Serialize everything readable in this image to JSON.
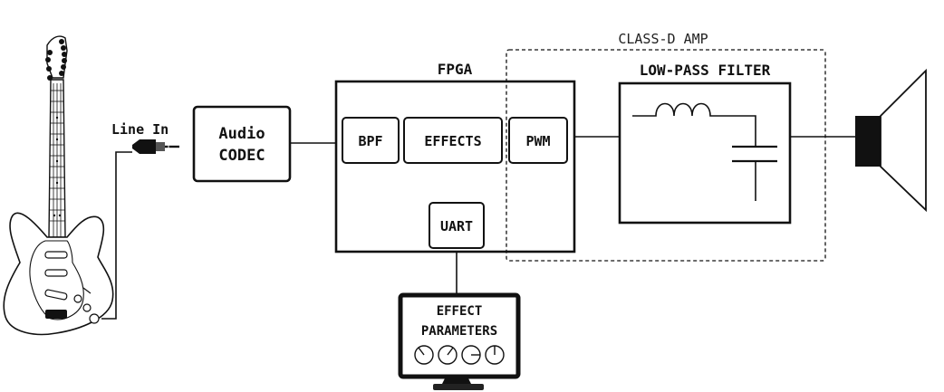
{
  "diagram": {
    "guitar": {},
    "line_in": {
      "label": "Line In"
    },
    "audio_codec": {
      "line1": "Audio",
      "line2": "CODEC"
    },
    "fpga": {
      "title": "FPGA",
      "bpf": "BPF",
      "effects": "EFFECTS",
      "pwm": "PWM",
      "uart": "UART"
    },
    "class_d_amp": {
      "title": "CLASS-D AMP"
    },
    "low_pass_filter": {
      "title": "LOW-PASS FILTER"
    },
    "monitor": {
      "line1": "EFFECT",
      "line2": "PARAMETERS",
      "knob_count": 4
    },
    "speaker": {}
  }
}
